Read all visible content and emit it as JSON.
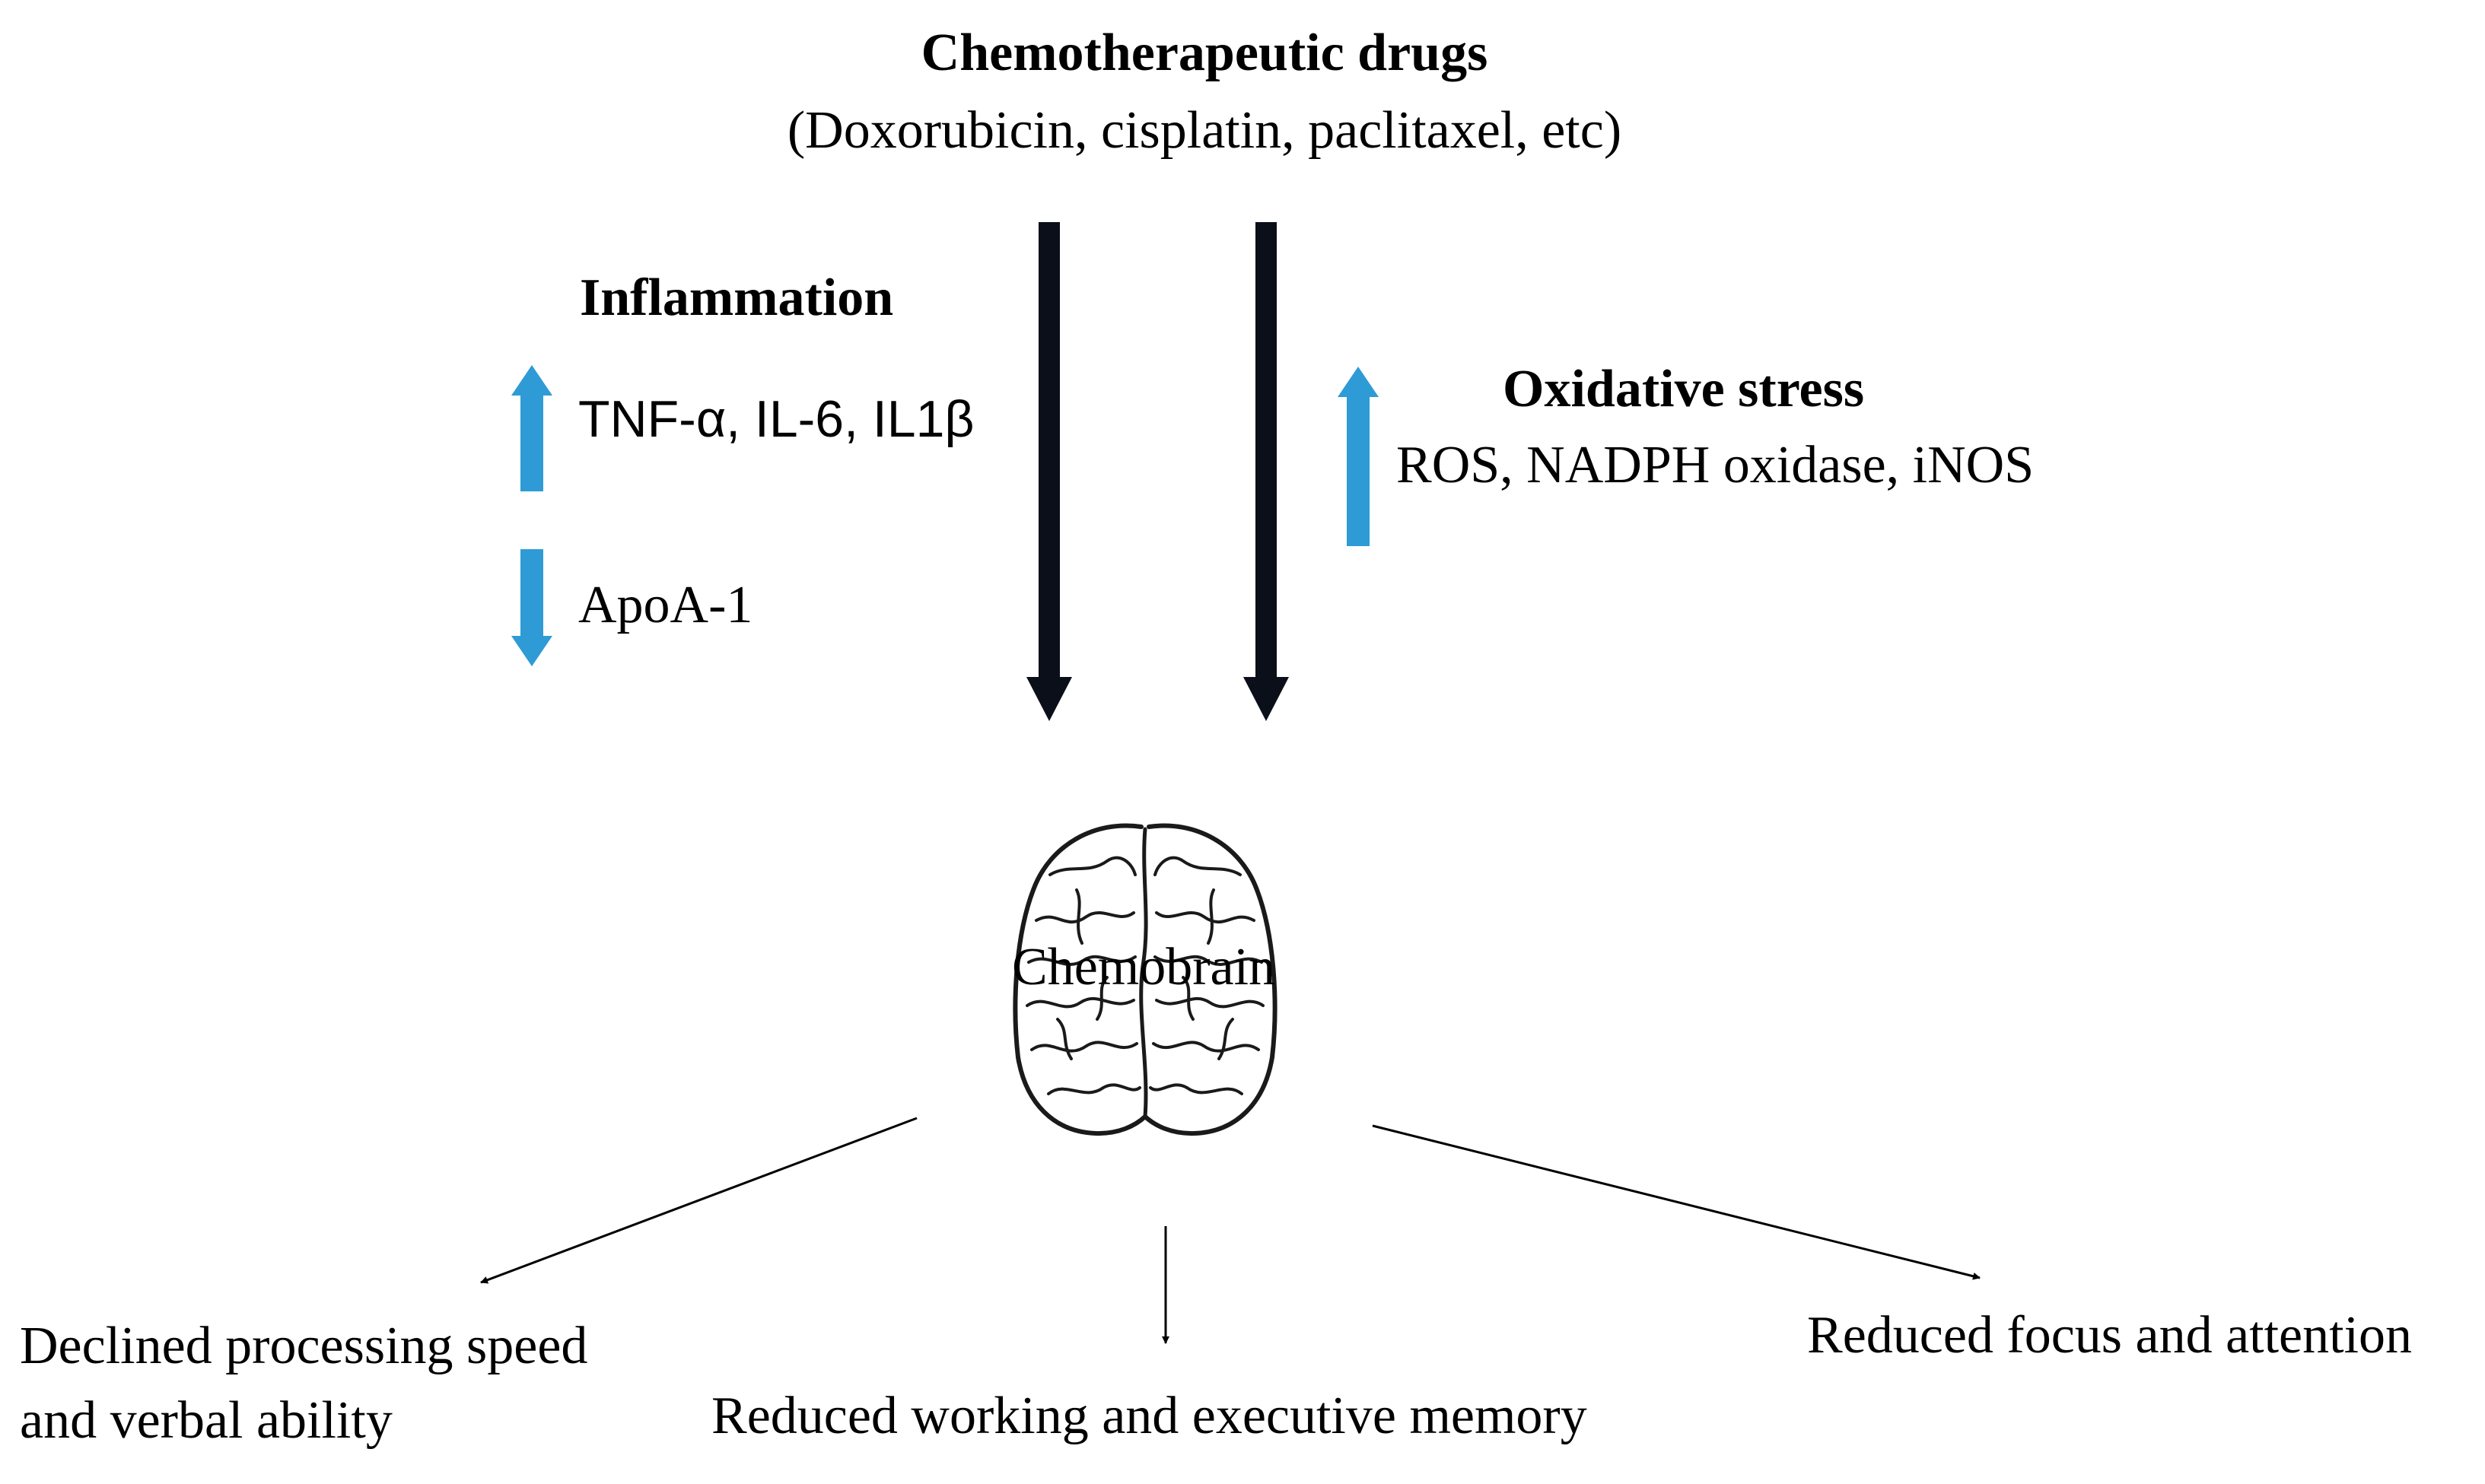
{
  "title": "Chemotherapeutic drugs",
  "subtitle": "(Doxorubicin, cisplatin, paclitaxel, etc)",
  "left_branch": {
    "heading": "Inflammation",
    "items": [
      {
        "direction": "up",
        "icon": "up-arrow-icon",
        "text": "TNF-α, IL-6, IL1β"
      },
      {
        "direction": "down",
        "icon": "down-arrow-icon",
        "text": "ApoA-1"
      }
    ]
  },
  "right_branch": {
    "heading": "Oxidative stress",
    "direction": "up",
    "icon": "up-arrow-icon",
    "text": "ROS, NADPH oxidase, iNOS"
  },
  "center": {
    "icon": "brain-icon",
    "label": "Chemobrain"
  },
  "outcomes": {
    "left": [
      "Declined processing speed",
      "and verbal ability"
    ],
    "middle": "Reduced working and executive memory",
    "right": "Reduced focus and attention"
  },
  "colors": {
    "indicator_arrow": "#2e9bd6",
    "main_arrow": "#0a0f1a",
    "text": "#000000"
  }
}
